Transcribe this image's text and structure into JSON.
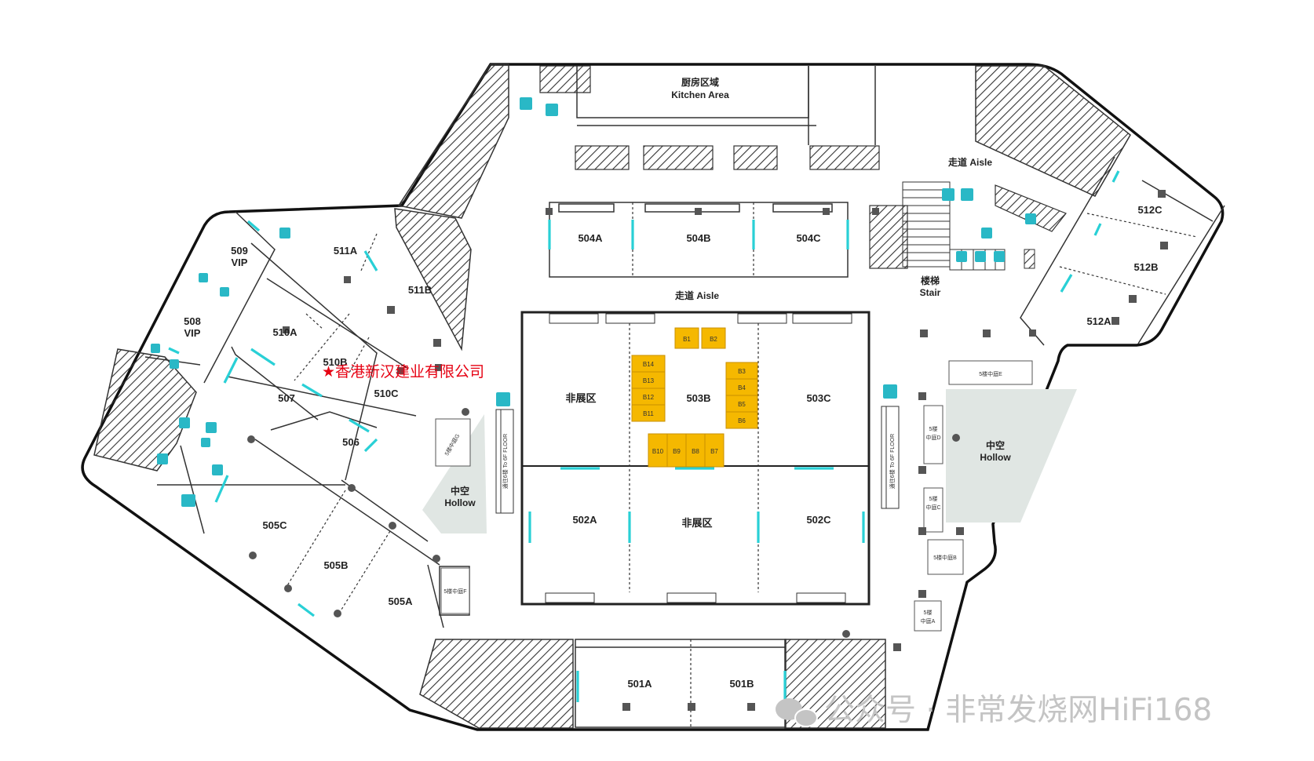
{
  "map": {
    "kitchen": {
      "cn": "厨房区域",
      "en": "Kitchen Area"
    },
    "aisle_top": "走道 Aisle",
    "aisle_mid": "走道 Aisle",
    "stair": {
      "cn": "楼梯",
      "en": "Stair"
    },
    "hollow_left": {
      "cn": "中空",
      "en": "Hollow"
    },
    "hollow_right": {
      "cn": "中空",
      "en": "Hollow"
    },
    "rooms": {
      "r501A": "501A",
      "r501B": "501B",
      "r502A": "502A",
      "r502C": "502C",
      "r503B": "503B",
      "r503C": "503C",
      "r504A": "504A",
      "r504B": "504B",
      "r504C": "504C",
      "r505A": "505A",
      "r505B": "505B",
      "r505C": "505C",
      "r506": "506",
      "r507": "507",
      "r508_num": "508",
      "r508_vip": "VIP",
      "r509_num": "509",
      "r509_vip": "VIP",
      "r510A": "510A",
      "r510B": "510B",
      "r510C": "510C",
      "r511A": "511A",
      "r511B": "511B",
      "r512A": "512A",
      "r512B": "512B",
      "r512C": "512C",
      "nonexhibit_left": "非展区",
      "nonexhibit_center": "非展区"
    },
    "booths": [
      "B1",
      "B2",
      "B3",
      "B4",
      "B5",
      "B6",
      "B7",
      "B8",
      "B9",
      "B10",
      "B11",
      "B12",
      "B13",
      "B14"
    ],
    "atriums": {
      "A_line1": "5楼",
      "A_line2": "中庭A",
      "B": "5楼中庭B",
      "C_line1": "5楼",
      "C_line2": "中庭C",
      "D_line1": "5楼",
      "D_line2": "中庭D",
      "E": "5楼中庭E",
      "F": "5楼中庭F",
      "G": "5楼中庭G"
    },
    "escalator_label": "通往6楼 To 6F FLOOR",
    "highlight_exhibitor": "★香港新汉建业有限公司",
    "watermark": "公众号 · 非常发烧网HiFi168"
  },
  "colors": {
    "booth_fill": "#f5b800",
    "booth_stroke": "#c98f00",
    "door_accent": "#29d0d6",
    "wall": "#222222",
    "hollow": "#e0e6e3",
    "pillar": "#555555",
    "highlight_text": "#e60012",
    "watermark": "#c4c4c4"
  }
}
